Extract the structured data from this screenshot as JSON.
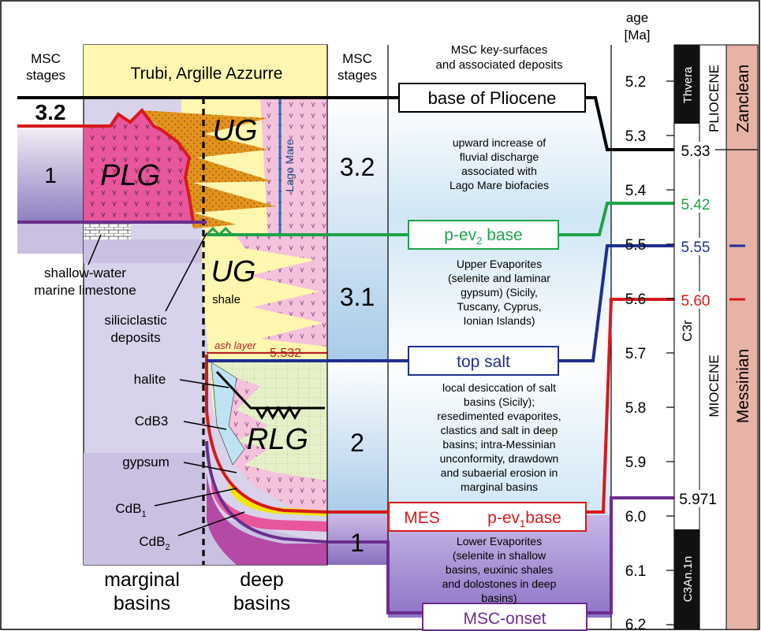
{
  "headers": {
    "msc_stages_left": [
      "MSC",
      "stages"
    ],
    "formation": "Trubi, Argille Azzurre",
    "msc_stages_mid": [
      "MSC",
      "stages"
    ],
    "key_surfaces": [
      "MSC key-surfaces",
      "and associated deposits"
    ],
    "age": [
      "age",
      "[Ma]"
    ]
  },
  "stage_labels": {
    "left_32": "3.2",
    "left_1": "1",
    "mid_32": "3.2",
    "mid_31": "3.1",
    "mid_2": "2",
    "mid_1": "1"
  },
  "units": {
    "plg": "PLG",
    "ug_upper": "UG",
    "ug_lower": "UG",
    "shale": "shale",
    "rlg": "RLG",
    "lago_mare": "Lago Mare",
    "ash_layer": "ash layer",
    "ash_age": "5.532"
  },
  "callouts": {
    "limestone": [
      "shallow-water",
      "marine limestone"
    ],
    "siliciclastic": [
      "siliciclastic",
      "deposits"
    ],
    "halite": "halite",
    "cdb3": "CdB3",
    "gypsum": "gypsum",
    "cdb1_main": "CdB",
    "cdb1_sub": "1",
    "cdb2_main": "CdB",
    "cdb2_sub": "2"
  },
  "bottom_labels": {
    "marginal": [
      "marginal",
      "basins"
    ],
    "deep": [
      "deep",
      "basins"
    ]
  },
  "surfaces": {
    "base_pliocene": "base of Pliocene",
    "pev2_main": "p-ev",
    "pev2_sub": "2",
    "pev2_tail": " base",
    "top_salt": "top salt",
    "mes": "MES",
    "pev1_main": "p-ev",
    "pev1_sub": "1",
    "pev1_tail": "base",
    "msc_onset": "MSC-onset"
  },
  "descriptions": {
    "d32": [
      "upward increase of",
      "fluvial discharge",
      "associated with",
      "Lago Mare biofacies"
    ],
    "d31": [
      "Upper Evaporites",
      "(selenite and laminar",
      "gypsum) (Sicily,",
      "Tuscany, Cyprus,",
      "Ionian Islands)"
    ],
    "d2": [
      "local desiccation of salt",
      "basins (Sicily);",
      "resedimented evaporites,",
      "clastics and salt in deep",
      "basins; intra-Messinian",
      "unconformity, drawdown",
      "and subaerial erosion in",
      "marginal basins"
    ],
    "d1": [
      "Lower Evaporites",
      "(selenite in shallow",
      "basins, euxinic shales",
      "and dolostones in deep",
      "basins)"
    ]
  },
  "age_ticks": [
    "5.2",
    "5.3",
    "5.4",
    "5.5",
    "5.6",
    "5.7",
    "5.8",
    "5.9",
    "6.0",
    "6.1",
    "6.2"
  ],
  "age_markers": {
    "m533": "5.33",
    "m542": "5.42",
    "m555": "5.55",
    "m560": "5.60",
    "m5971": "5.971"
  },
  "chrono": {
    "thvera": "Thvera",
    "c3r": "C3r",
    "c3an": "C3An.1n",
    "pliocene": "PLIOCENE",
    "miocene": "MIOCENE",
    "zanclean": "Zanclean",
    "messinian": "Messinian"
  },
  "colors": {
    "black_line": "#000000",
    "red_line": "#d7191c",
    "green_line": "#1fa34a",
    "blue_line": "#1f2f8f",
    "purple_line": "#6b2d8f",
    "plg_pink": "#e8569b",
    "ug_yellow": "#fff7b0",
    "orange": "#e2931b",
    "salt_green": "#e6f0c8",
    "zanclean_pink": "#e6b3a6"
  }
}
